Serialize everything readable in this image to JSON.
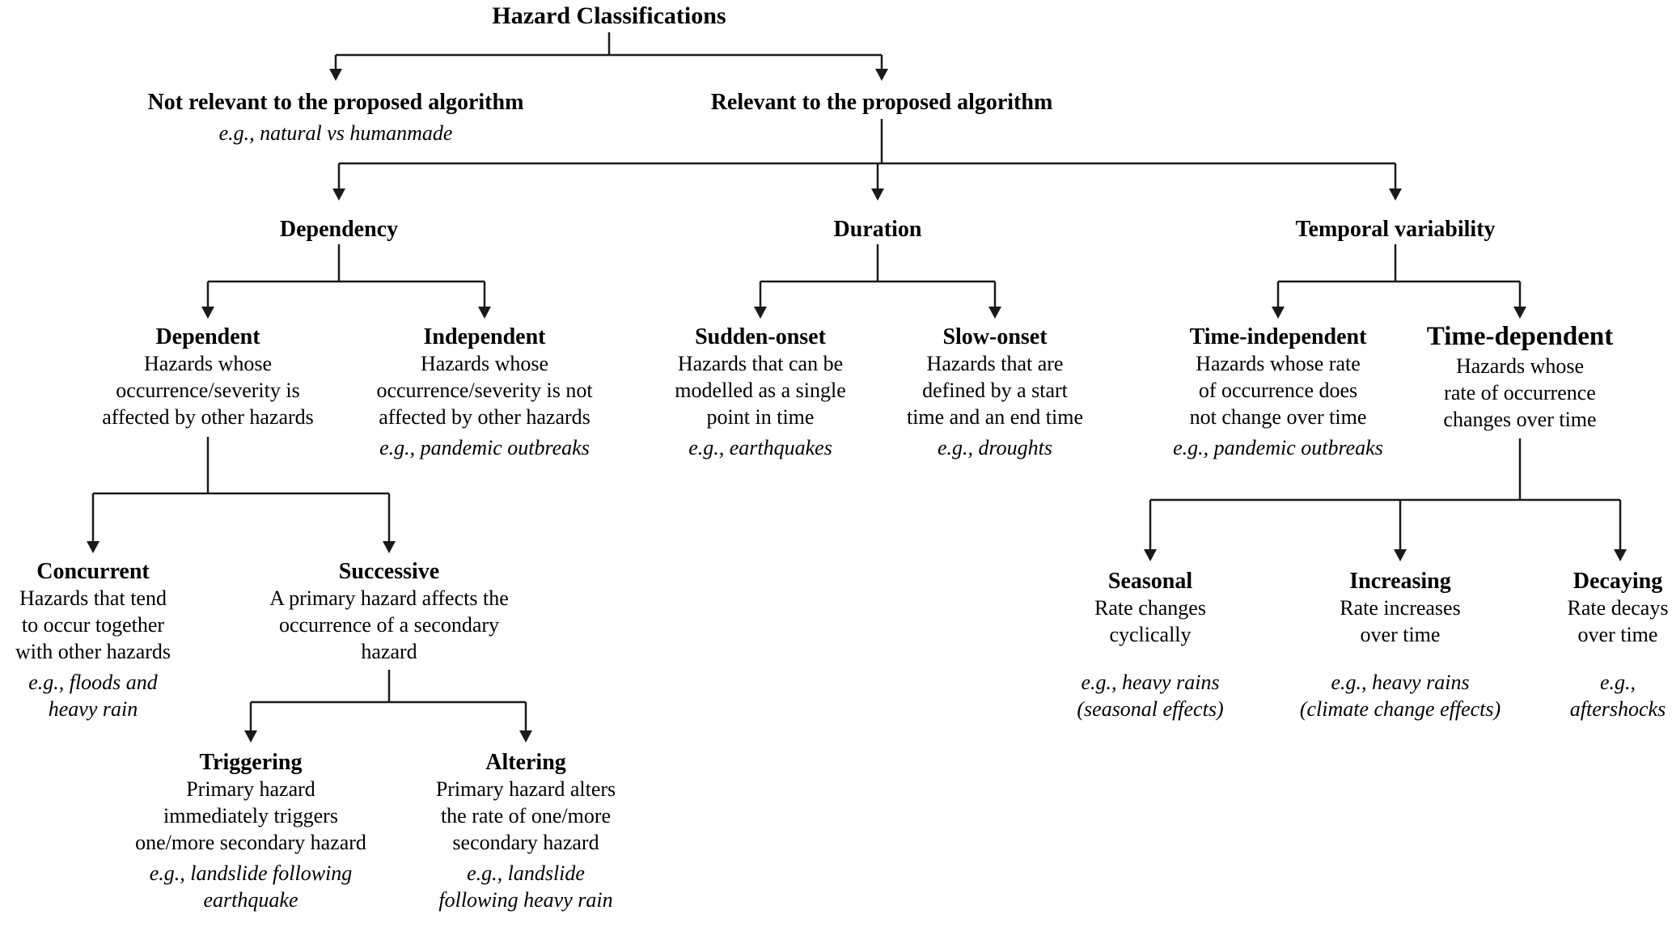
{
  "diagram_title": "Hazard Classifications",
  "colors": {
    "background": "#ffffff",
    "text": "#000000",
    "line": "#1a1a1a"
  },
  "nodes": {
    "root": {
      "title": "Hazard Classifications"
    },
    "not_relevant": {
      "title": "Not relevant to the proposed algorithm",
      "example": "e.g., natural vs humanmade"
    },
    "relevant": {
      "title": "Relevant to the proposed algorithm"
    },
    "dependency": {
      "title": "Dependency"
    },
    "duration": {
      "title": "Duration"
    },
    "temporal_variability": {
      "title": "Temporal variability"
    },
    "dependent": {
      "title": "Dependent",
      "body": "Hazards whose\noccurrence/severity is\naffected by other hazards"
    },
    "independent": {
      "title": "Independent",
      "body": "Hazards whose\noccurrence/severity is not\naffected by other hazards",
      "example": "e.g., pandemic outbreaks"
    },
    "sudden_onset": {
      "title": "Sudden-onset",
      "body": "Hazards that can be\nmodelled as a single\npoint in time",
      "example": "e.g., earthquakes"
    },
    "slow_onset": {
      "title": "Slow-onset",
      "body": "Hazards that are\ndefined by a start\ntime and an end time",
      "example": "e.g., droughts"
    },
    "time_independent": {
      "title": "Time-independent",
      "body": "Hazards whose rate\nof occurrence does\nnot change over time",
      "example": "e.g., pandemic outbreaks"
    },
    "time_dependent": {
      "title": "Time-dependent",
      "body": "Hazards whose\nrate of occurrence\nchanges over time"
    },
    "concurrent": {
      "title": "Concurrent",
      "body": "Hazards that tend\nto occur together\nwith other hazards",
      "example": "e.g., floods and\nheavy rain"
    },
    "successive": {
      "title": "Successive",
      "body": "A primary hazard affects the\noccurrence of a secondary\nhazard"
    },
    "triggering": {
      "title": "Triggering",
      "body": "Primary hazard\nimmediately triggers\none/more secondary hazard",
      "example": "e.g., landslide following\nearthquake"
    },
    "altering": {
      "title": "Altering",
      "body": "Primary hazard alters\nthe rate of one/more\nsecondary hazard",
      "example": "e.g., landslide\nfollowing heavy rain"
    },
    "seasonal": {
      "title": "Seasonal",
      "body": "Rate changes\ncyclically",
      "example": "e.g., heavy rains\n(seasonal effects)"
    },
    "increasing": {
      "title": "Increasing",
      "body": "Rate increases\nover time",
      "example": "e.g., heavy rains\n(climate change effects)"
    },
    "decaying": {
      "title": "Decaying",
      "body": "Rate decays\nover time",
      "example": "e.g.,\naftershocks"
    }
  },
  "edges": [
    {
      "from": "root",
      "to": [
        "not_relevant",
        "relevant"
      ]
    },
    {
      "from": "relevant",
      "to": [
        "dependency",
        "duration",
        "temporal_variability"
      ]
    },
    {
      "from": "dependency",
      "to": [
        "dependent",
        "independent"
      ]
    },
    {
      "from": "duration",
      "to": [
        "sudden_onset",
        "slow_onset"
      ]
    },
    {
      "from": "temporal_variability",
      "to": [
        "time_independent",
        "time_dependent"
      ]
    },
    {
      "from": "dependent",
      "to": [
        "concurrent",
        "successive"
      ]
    },
    {
      "from": "successive",
      "to": [
        "triggering",
        "altering"
      ]
    },
    {
      "from": "time_dependent",
      "to": [
        "seasonal",
        "increasing",
        "decaying"
      ]
    }
  ]
}
